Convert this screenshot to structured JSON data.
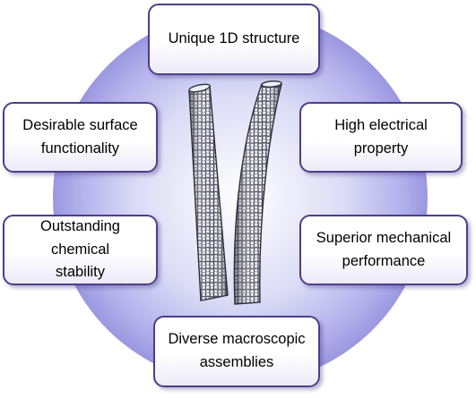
{
  "center": {
    "sphere_colors": [
      "#ffffff",
      "#dcdcf6",
      "#b4b2ec",
      "#9a97e0"
    ],
    "tube_color": "#2d2e3d",
    "tube_highlight": "#eef0f8"
  },
  "boxes": {
    "top": {
      "lines": [
        "Unique 1D structure"
      ]
    },
    "upper_left": {
      "lines": [
        "Desirable surface",
        "functionality"
      ]
    },
    "upper_right": {
      "lines": [
        "High electrical",
        "property"
      ]
    },
    "lower_left": {
      "lines": [
        "Outstanding chemical",
        "stability"
      ]
    },
    "lower_right": {
      "lines": [
        "Superior mechanical",
        "performance"
      ]
    },
    "bottom": {
      "lines": [
        "Diverse macroscopic",
        "assemblies"
      ]
    }
  }
}
